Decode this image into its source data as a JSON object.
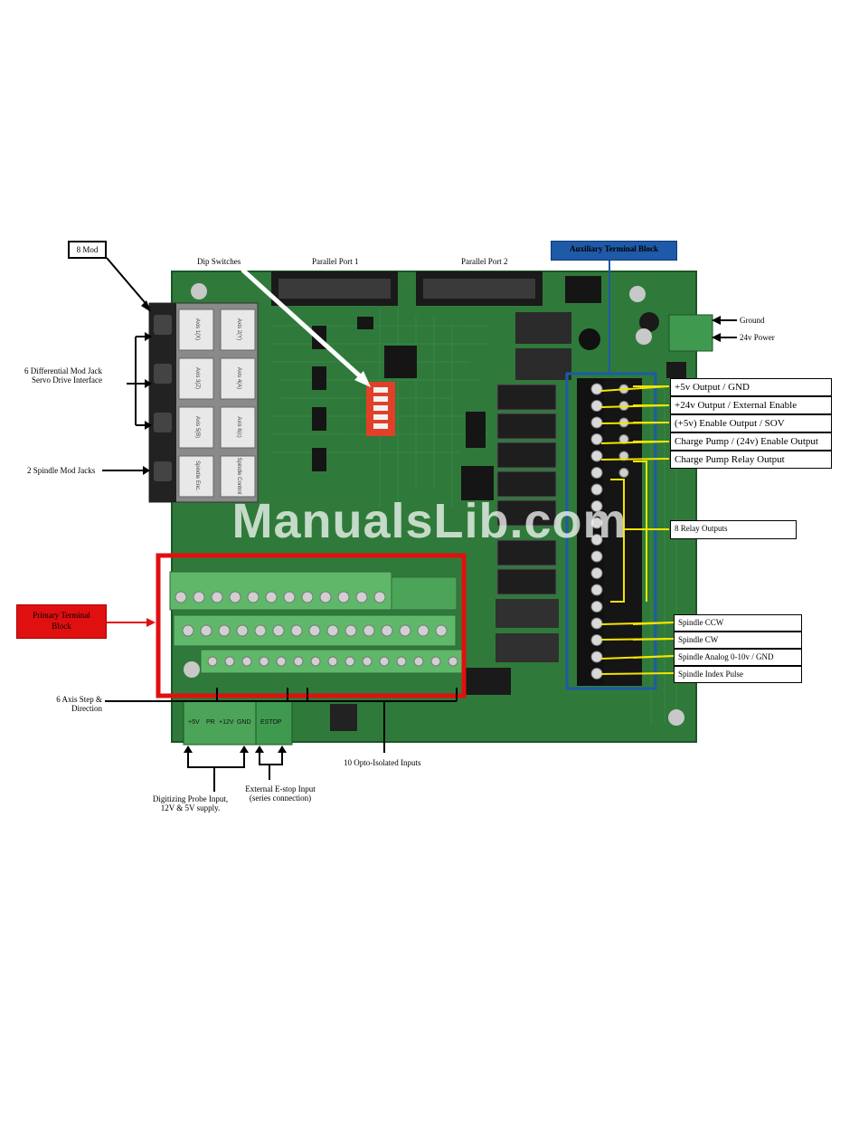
{
  "labels": {
    "eight_mod": "8 Mod",
    "dip_switches": "Dip Switches",
    "parallel_port_1": "Parallel Port 1",
    "parallel_port_2": "Parallel Port 2",
    "auxiliary_terminal_block": "Auxiliary Terminal Block",
    "ground": "Ground",
    "power_24v": "24v Power",
    "differential_mod_jack_line1": "6 Differential Mod Jack",
    "differential_mod_jack_line2": "Servo Drive Interface",
    "spindle_mod_jacks": "2 Spindle Mod Jacks",
    "primary_terminal_block_line1": "Primary Terminal",
    "primary_terminal_block_line2": "Block",
    "axis_step_line1": "6 Axis Step &",
    "axis_step_line2": "Direction",
    "opto_inputs": "10 Opto-Isolated Inputs",
    "probe_line1": "Digitizing Probe Input,",
    "probe_line2": "12V & 5V supply.",
    "estop_line1": "External E-stop Input",
    "estop_line2": "(series connection)",
    "relay_outputs": "8 Relay Outputs"
  },
  "aux_outputs": [
    "+5v Output / GND",
    "+24v Output / External Enable",
    "(+5v) Enable Output / SOV",
    "Charge Pump /  (24v) Enable Output",
    "Charge Pump Relay Output"
  ],
  "spindle_outputs": [
    "Spindle CCW",
    "Spindle CW",
    "Spindle Analog 0-10v / GND",
    "Spindle Index Pulse"
  ],
  "mod_jacks": [
    "Axis 1(X)",
    "Axis 2(Y)",
    "Axis 3(Z)",
    "Axis 4(A)",
    "Axis 5(B)",
    "Axis 6(c)",
    "Spindle Enc.",
    "Spindle Control"
  ],
  "pcb_markings": {
    "power_left": "+5V",
    "probe": "PR",
    "power_12v": "+12V",
    "gnd": "GND",
    "estop": "ESTOP"
  },
  "watermark": "ManualsLib.com",
  "colors": {
    "pcb": "#2f7a3a",
    "aux_box": "#1e5aa8",
    "primary_box": "#e01010",
    "callout_arrow": "#f5e400",
    "terminal_green": "#5fb86a"
  }
}
